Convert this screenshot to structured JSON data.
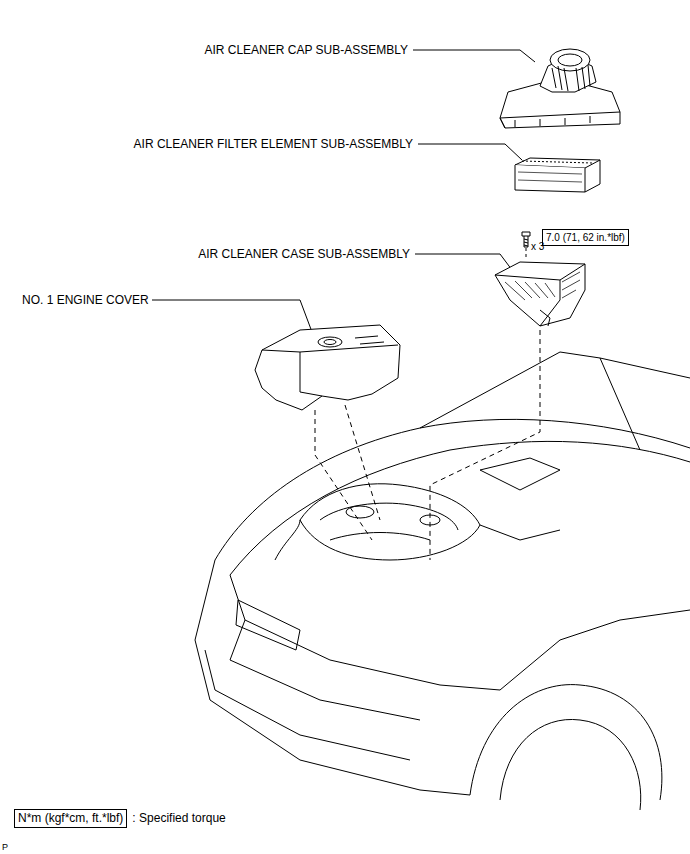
{
  "diagram": {
    "nodes": [
      {
        "text": [
          "7.0 (71, 62 in.*lbf)"
        ]
      },
      {
        "text": [
          "N*m (kgf*cm, ft.*lbf)"
        ]
      }
    ],
    "labels": [
      "AIR CLEANER CAP SUB-ASSEMBLY",
      "AIR CLEANER FILTER ELEMENT SUB-ASSEMBLY",
      "x 3",
      "AIR CLEANER CASE SUB-ASSEMBLY",
      "NO. 1 ENGINE COVER",
      ": Specified torque",
      "P"
    ]
  }
}
